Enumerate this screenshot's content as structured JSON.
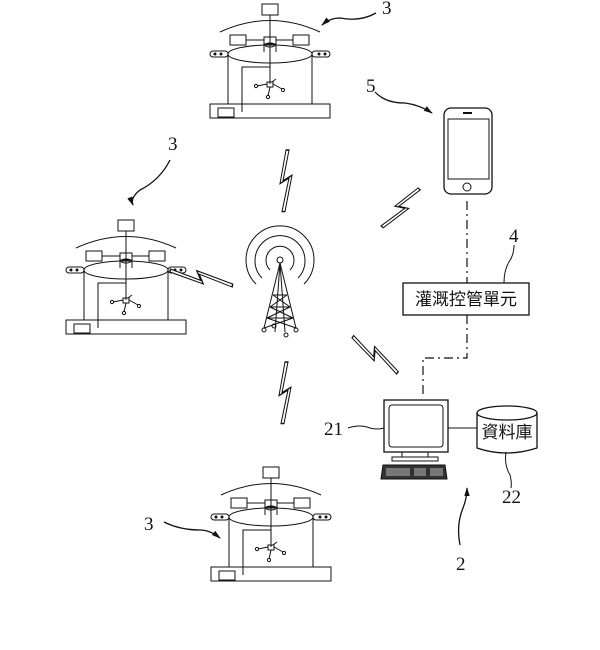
{
  "diagram": {
    "type": "patent-system-diagram",
    "nodes": [
      {
        "id": "device-top",
        "ref": "3",
        "kind": "irrigation-device"
      },
      {
        "id": "device-left",
        "ref": "3",
        "kind": "irrigation-device"
      },
      {
        "id": "device-bottom",
        "ref": "3",
        "kind": "irrigation-device"
      },
      {
        "id": "antenna",
        "kind": "wireless-tower"
      },
      {
        "id": "phone",
        "ref": "5",
        "kind": "smartphone"
      },
      {
        "id": "control-unit",
        "ref": "4",
        "label": "灌溉控管單元"
      },
      {
        "id": "computer",
        "ref": "21",
        "kind": "computer"
      },
      {
        "id": "database",
        "ref": "22",
        "label": "資料庫"
      },
      {
        "id": "system",
        "ref": "2"
      }
    ],
    "labels": {
      "ref_device_top": "3",
      "ref_device_left": "3",
      "ref_device_bottom": "3",
      "ref_phone": "5",
      "ref_control": "4",
      "ref_computer": "21",
      "ref_database": "22",
      "ref_system": "2",
      "control_unit_text": "灌溉控管單元",
      "database_text": "資料庫"
    },
    "edges": [
      {
        "from": "antenna",
        "to": "device-top",
        "style": "wireless"
      },
      {
        "from": "antenna",
        "to": "device-left",
        "style": "wireless"
      },
      {
        "from": "antenna",
        "to": "device-bottom",
        "style": "wireless"
      },
      {
        "from": "antenna",
        "to": "phone",
        "style": "wireless"
      },
      {
        "from": "antenna",
        "to": "computer",
        "style": "wireless"
      },
      {
        "from": "phone",
        "to": "control-unit",
        "style": "dash-dot"
      },
      {
        "from": "control-unit",
        "to": "computer",
        "style": "dash-dot"
      },
      {
        "from": "computer",
        "to": "database",
        "style": "solid"
      }
    ]
  }
}
